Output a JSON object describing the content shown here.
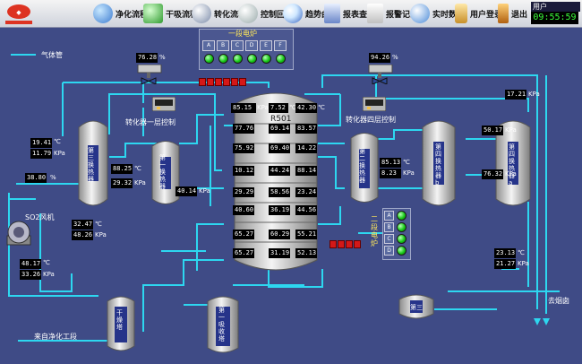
{
  "app": {
    "user_label": "用户",
    "clock": "09:55:59"
  },
  "toolbar": {
    "items": [
      {
        "label": "净化流程"
      },
      {
        "label": "干吸流程"
      },
      {
        "label": "转化流程"
      },
      {
        "label": "控制回路"
      },
      {
        "label": "趋势曲线"
      },
      {
        "label": "报表查询"
      },
      {
        "label": "报警记录"
      },
      {
        "label": "实时数据"
      },
      {
        "label": "用户登录"
      },
      {
        "label": "退出"
      }
    ]
  },
  "legend": {
    "label": "气体管"
  },
  "furnace1": {
    "title": "一段电炉",
    "cols": [
      "A",
      "B",
      "C",
      "D",
      "E",
      "F"
    ]
  },
  "furnace2": {
    "title": "二段电炉",
    "rows": [
      "A",
      "B",
      "C",
      "D"
    ]
  },
  "labels": {
    "ctrl1": "转化器一层控制",
    "ctrl4": "转化器四层控制",
    "fan": "SO2风机",
    "from_purify": "来自净化工段",
    "to_dryabs": "去烟囱",
    "r501": "R501",
    "hx3": "第三换热器",
    "hx1": "第一换热器",
    "hx2": "第二换热器",
    "hx4b": "第四换热器b",
    "hx4a": "第四换热器a",
    "dry_tower": "干燥塔",
    "abs1": "第一吸收塔",
    "misc": "第三"
  },
  "values": {
    "v_top_left_pct": "76.28",
    "v_top_right_pct": "94.26",
    "r1a": "85.15",
    "r1b": "7.52",
    "r1c": "42.30",
    "r2a": "77.76",
    "r2b": "69.14",
    "r2c": "83.57",
    "r3a": "75.92",
    "r3b": "69.40",
    "r3c": "14.22",
    "r4a": "10.12",
    "r4b": "44.24",
    "r4c": "88.14",
    "r5a": "29.29",
    "r5b": "58.56",
    "r5c": "23.24",
    "r6a": "40.60",
    "r6b": "36.19",
    "r6c": "44.56",
    "r7a": "65.27",
    "r7b": "60.29",
    "r7c": "55.21",
    "r8a": "65.27",
    "r8b": "31.19",
    "r8c": "52.13",
    "hx3_t": "19.41",
    "hx3_p": "11.79",
    "pct_left": "38.80",
    "hx1_a": "88.25",
    "hx1_b": "29.32",
    "hx1_c": "40.14",
    "fan_t": "32.47",
    "fan_p": "48.26",
    "dry_t": "48.17",
    "dry_p": "33.26",
    "hx2_t": "85.13",
    "hx2_p": "8.23",
    "hx4b_t": "50.17",
    "hx4b_p": "76.32",
    "right_kpa": "17.21",
    "out_t": "23.13",
    "out_p": "21.27"
  },
  "units": {
    "c": "℃",
    "kpa": "KPa",
    "pct": "%"
  }
}
